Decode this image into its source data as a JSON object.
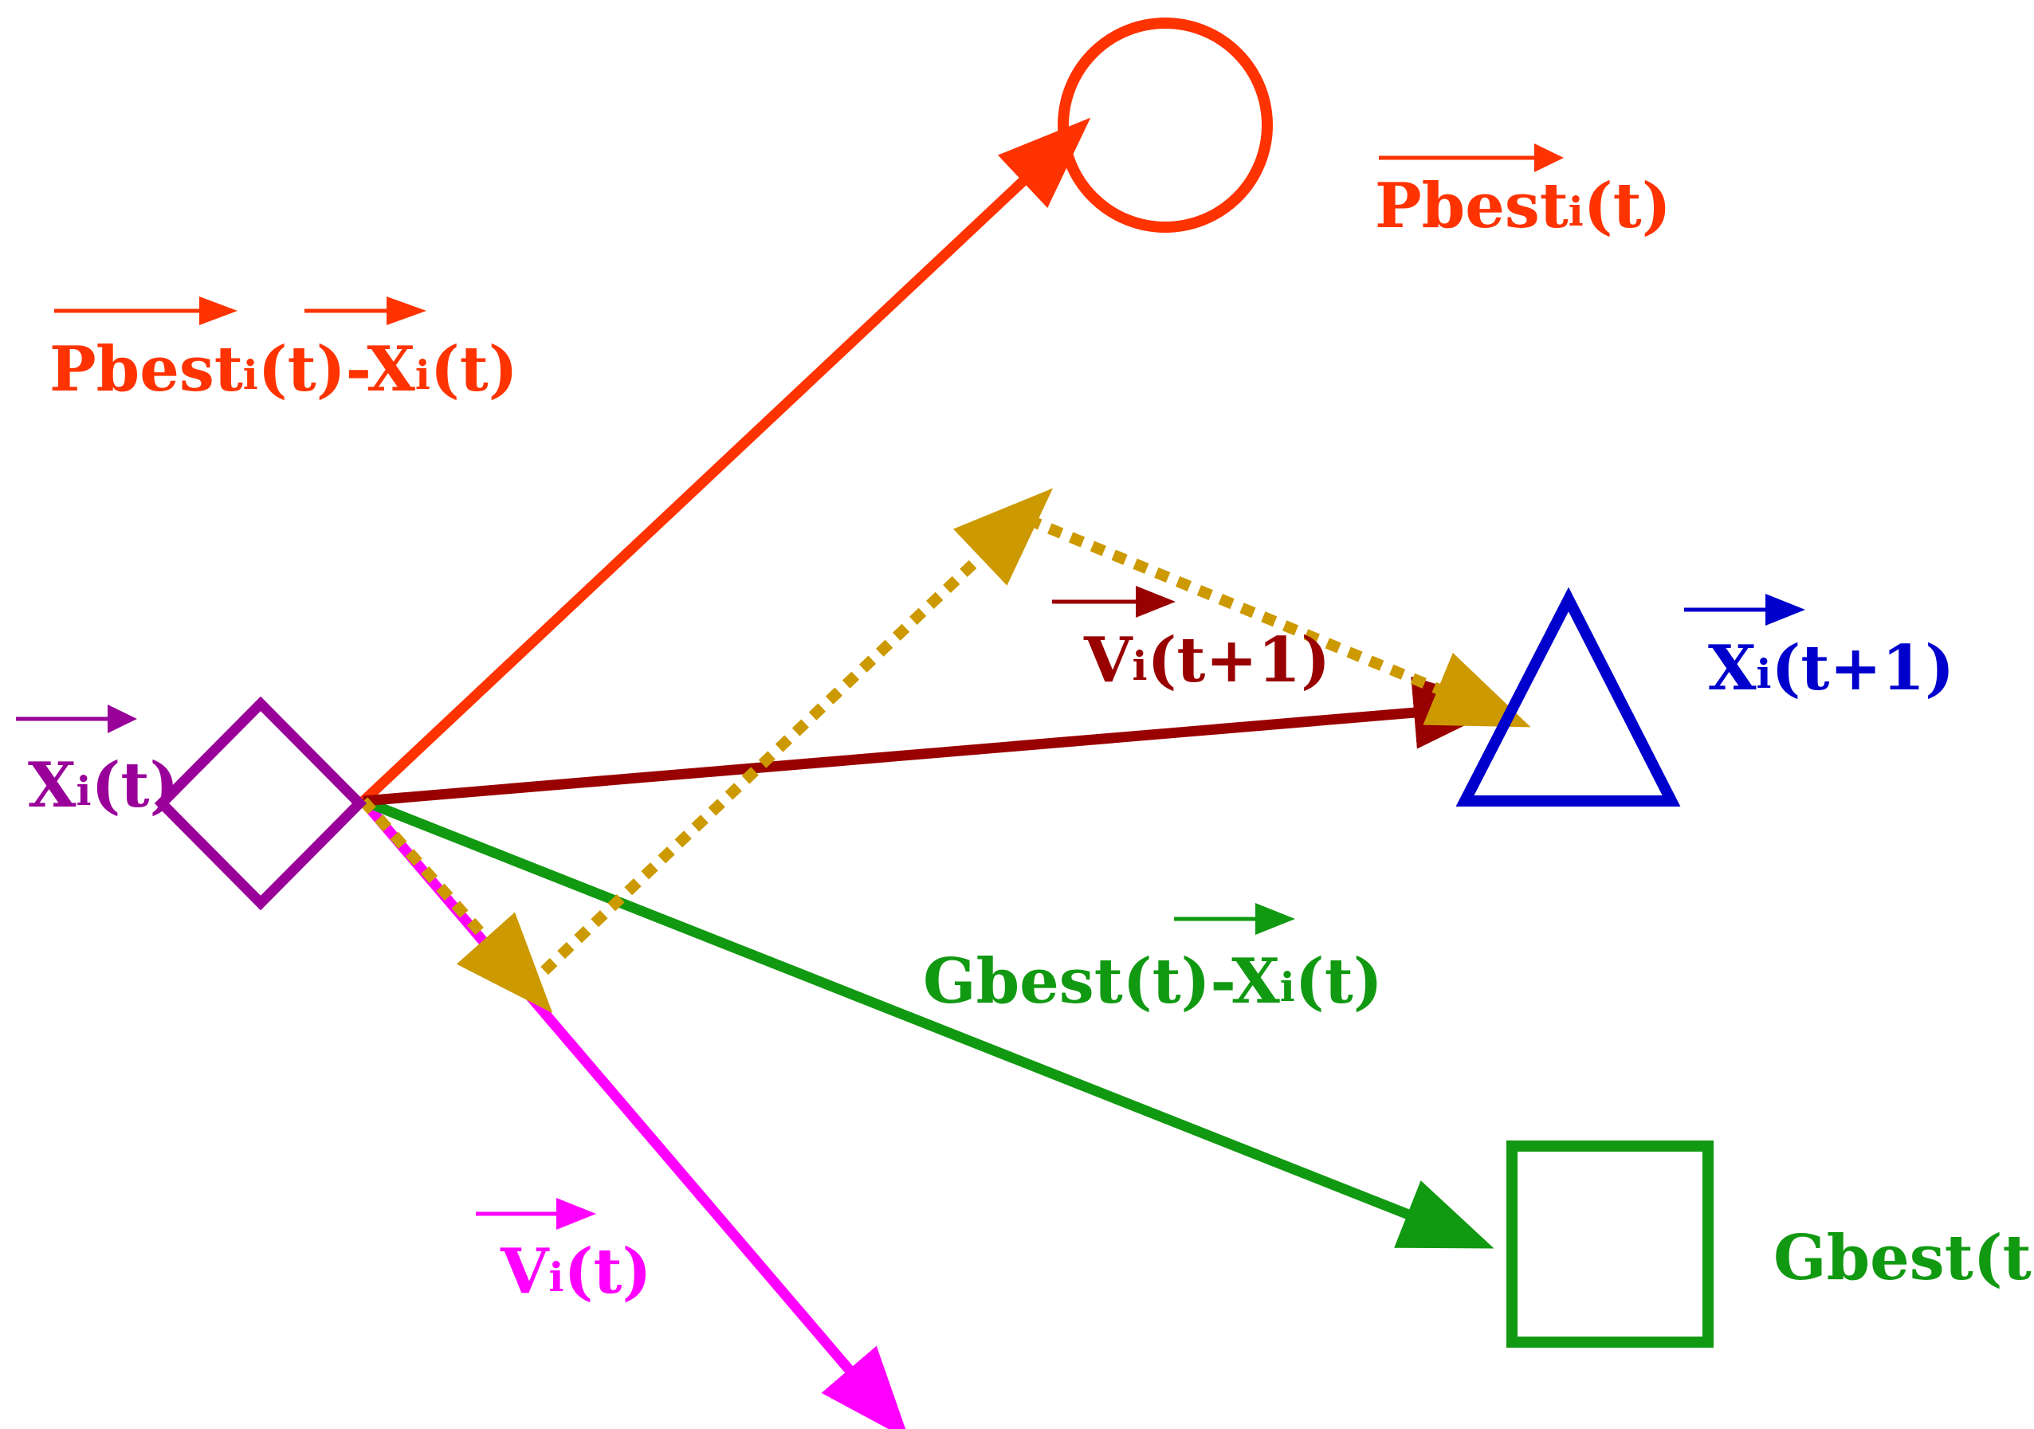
{
  "colors": {
    "xi_t": "#990099",
    "pbest": "#ff3300",
    "gbest": "#119911",
    "vi_t": "#ff00ff",
    "vi_t1": "#990000",
    "xi_t1": "#0000cc",
    "dotted": "#cc9900"
  },
  "shapes": {
    "current_position": "diamond",
    "personal_best": "circle",
    "global_best": "square",
    "next_position": "triangle"
  },
  "labels": {
    "xi_t": {
      "main": "X",
      "sub": "i",
      "rest": "(t)"
    },
    "xi_t1": {
      "main": "X",
      "sub": "i",
      "rest": "(t+1)"
    },
    "vi_t": {
      "main": "V",
      "sub": "i",
      "rest": "(t)"
    },
    "vi_t1": {
      "main": "V",
      "sub": "i",
      "rest": "(t+1)"
    },
    "pbest": {
      "main": "Pbest",
      "sub": "i",
      "rest": "(t)"
    },
    "gbest": {
      "main": "Gbest(t)"
    },
    "pbest_minus_xi": {
      "a_main": "Pbest",
      "a_sub": "i",
      "a_rest": "(t)-",
      "b_main": "X",
      "b_sub": "i",
      "b_rest": "(t)"
    },
    "gbest_minus_xi": {
      "a_main": "Gbest(t)-",
      "b_main": "X",
      "b_sub": "i",
      "b_rest": "(t)"
    }
  }
}
